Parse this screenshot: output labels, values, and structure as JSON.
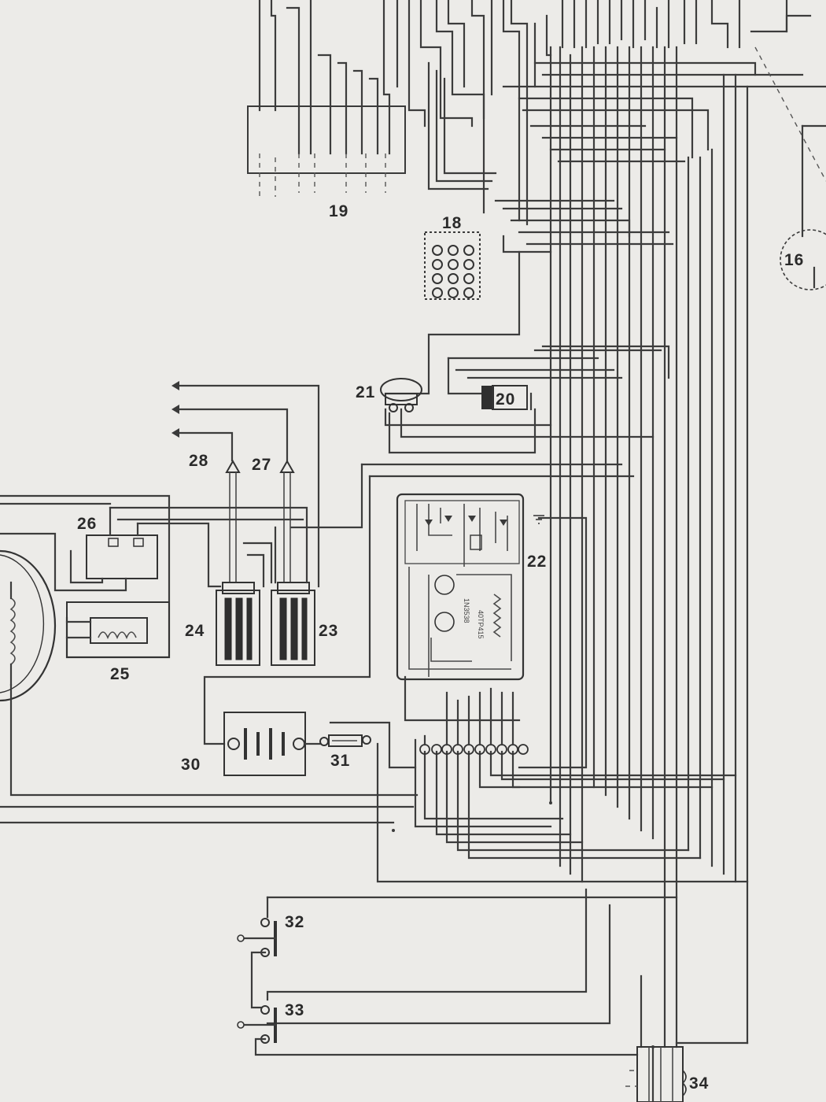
{
  "labels": {
    "c16": "16",
    "c18": "18",
    "c19": "19",
    "c20": "20",
    "c21": "21",
    "c22": "22",
    "c23": "23",
    "c24": "24",
    "c25": "25",
    "c26": "26",
    "c27": "27",
    "c28": "28",
    "c30": "30",
    "c31": "31",
    "c32": "32",
    "c33": "33",
    "c34": "34"
  },
  "colors": {
    "paper": "#ecebe8",
    "ink": "#3c3c3c"
  }
}
